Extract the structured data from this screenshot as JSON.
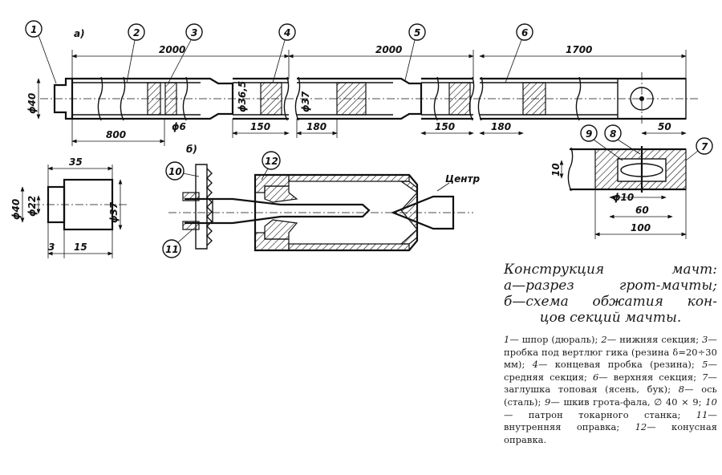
{
  "view_labels": {
    "a": "а)",
    "b": "б)"
  },
  "callouts": [
    "1",
    "2",
    "3",
    "4",
    "5",
    "6",
    "7",
    "8",
    "9",
    "10",
    "11",
    "12"
  ],
  "dimensions": {
    "sec1_len": "2000",
    "sec2_len": "2000",
    "sec3_len": "1700",
    "d40": "ϕ40",
    "d6": "ϕ6",
    "d36": "ϕ36,5",
    "d37": "ϕ37",
    "l800": "800",
    "l150a": "150",
    "l180a": "180",
    "l150b": "150",
    "l180b": "180",
    "l50": "50",
    "plug_35": "35",
    "plug_d40": "ϕ40",
    "plug_d22": "ϕ22",
    "plug_d37": "ϕ37",
    "plug_3": "3",
    "plug_15": "15",
    "cap_10": "10",
    "cap_d10": "ϕ10",
    "cap_60": "60",
    "cap_100": "100"
  },
  "center_label": "Центр",
  "caption": {
    "line1": "Конструкция мачт:",
    "line2": "а—разрез грот-мачты;",
    "line3": "б—схема обжатия кон-",
    "line4": "цов секций мачты."
  },
  "legend": [
    {
      "n": "1",
      "t": "— шпор (дюраль); "
    },
    {
      "n": "2",
      "t": "— нижняя секция; "
    },
    {
      "n": "3",
      "t": "— пробка под вертлюг гика (резина δ=20÷30 мм); "
    },
    {
      "n": "4",
      "t": "— концевая пробка (резина); "
    },
    {
      "n": "5",
      "t": "— средняя секция; "
    },
    {
      "n": "6",
      "t": "— верхняя секция; "
    },
    {
      "n": "7",
      "t": "— заглушка топовая (ясень, бук); "
    },
    {
      "n": "8",
      "t": "— ось (сталь); "
    },
    {
      "n": "9",
      "t": "— шкив грота-фала, ∅ 40 × 9; "
    },
    {
      "n": "10",
      "t": "— патрон токарного станка; "
    },
    {
      "n": "11",
      "t": "— внутренняя оправка; "
    },
    {
      "n": "12",
      "t": "— конусная оправка."
    }
  ]
}
